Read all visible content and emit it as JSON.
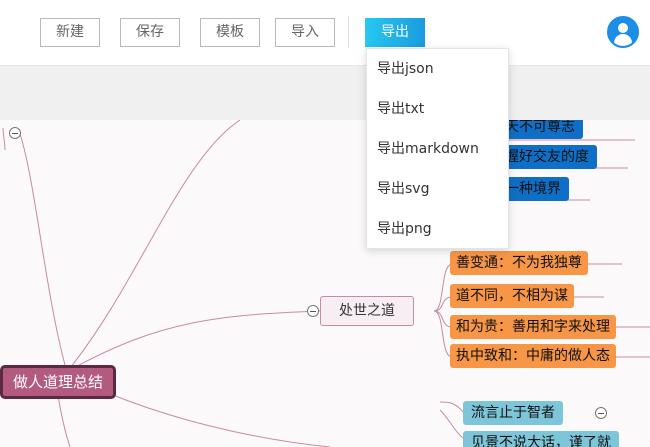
{
  "toolbar": {
    "buttons": [
      "新建",
      "保存",
      "模板",
      "导入"
    ],
    "export_label": "导出"
  },
  "export_menu": [
    "导出json",
    "导出txt",
    "导出markdown",
    "导出svg",
    "导出png"
  ],
  "mindmap": {
    "root": "做人道理总结",
    "mid_node": "处世之道",
    "blue_nodes": [
      "天不可尊志",
      "握好交友的度",
      "一种境界"
    ],
    "orange_nodes": [
      "善变通：不为我独尊",
      "道不同，不相为谋",
      "和为贵：善用和字来处理",
      "执中致和：中庸的做人态"
    ],
    "cyan_nodes": [
      "流言止于智者",
      "见景不说大话，谨了就"
    ]
  },
  "colors": {
    "accent": "#1a9be0",
    "blue_node": "#0f6fc6",
    "orange_node": "#f79646",
    "cyan_node": "#7dc6d9",
    "root_node": "#b25a80"
  }
}
